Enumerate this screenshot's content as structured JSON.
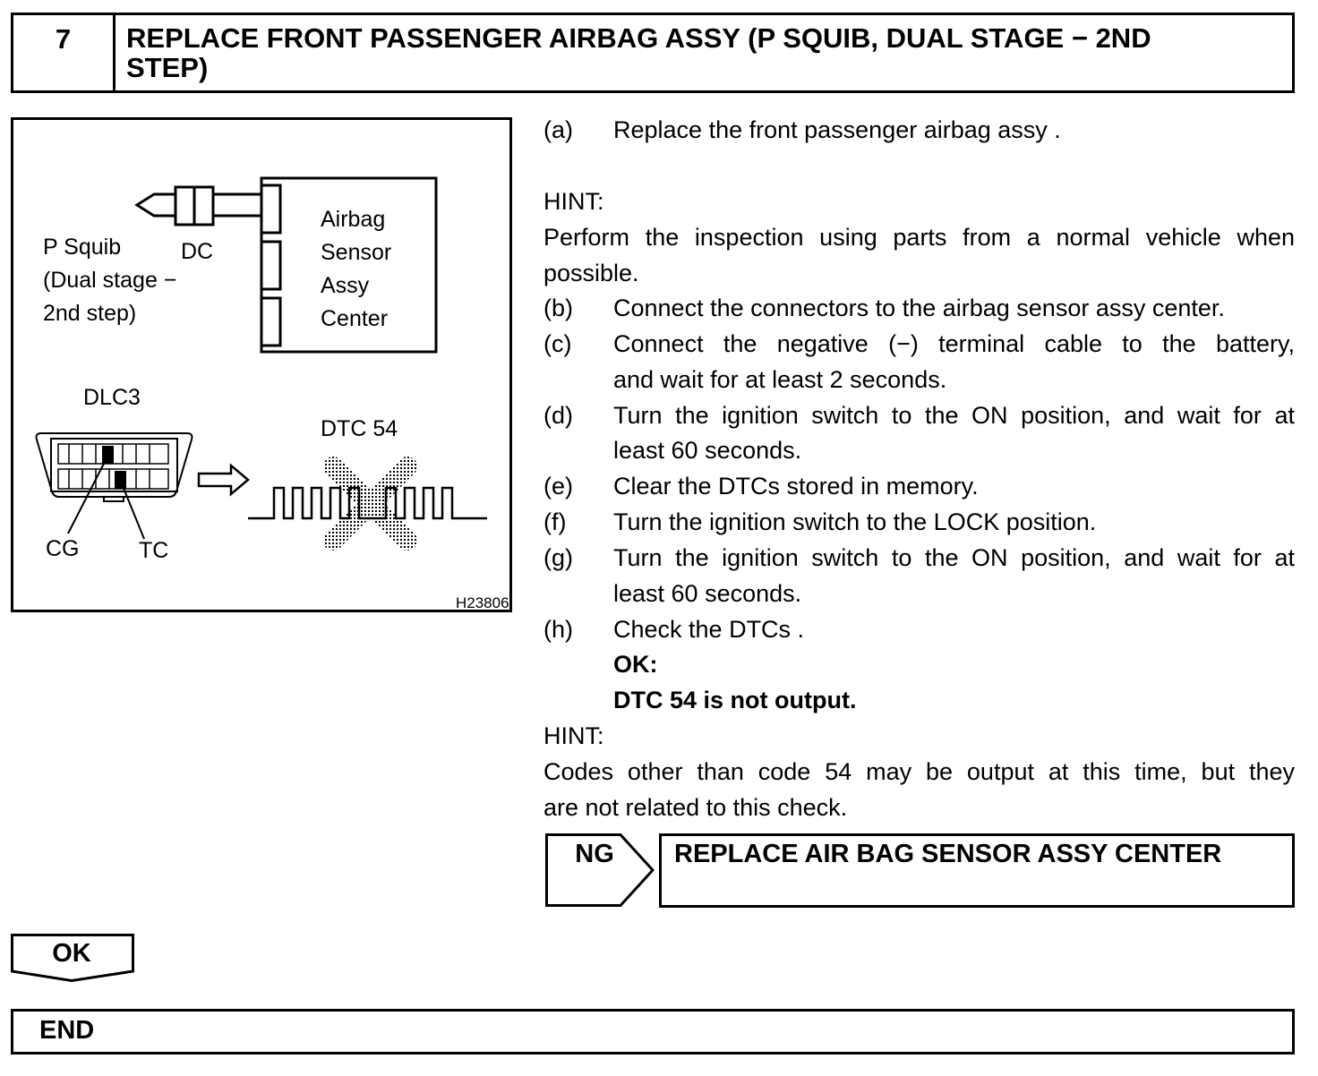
{
  "step": {
    "number": "7",
    "title_line1": "REPLACE FRONT PASSENGER AIRBAG ASSY (P SQUIB, DUAL STAGE − 2ND",
    "title_line2": "STEP)"
  },
  "illustration": {
    "p_squib_line1": "P Squib",
    "p_squib_line2": "(Dual stage −",
    "p_squib_line3": "2nd step)",
    "dc": "DC",
    "sensor_line1": "Airbag",
    "sensor_line2": "Sensor",
    "sensor_line3": "Assy",
    "sensor_line4": "Center",
    "dlc3": "DLC3",
    "dtc": "DTC 54",
    "cg": "CG",
    "tc": "TC",
    "code": "H23806"
  },
  "instructions": {
    "a_label": "(a)",
    "a_text": "Replace the front passenger airbag assy .",
    "hint1_label": "HINT:",
    "hint1_line1": "Perform the inspection using parts from a normal vehicle when",
    "hint1_line2": "possible.",
    "b_label": "(b)",
    "b_text": "Connect the connectors to the airbag sensor assy center.",
    "c_label": "(c)",
    "c_line1": "Connect the negative (−) terminal cable to the battery,",
    "c_line2": "and wait for at least 2 seconds.",
    "d_label": "(d)",
    "d_line1": "Turn the ignition switch to the ON position, and wait for at",
    "d_line2": "least 60 seconds.",
    "e_label": "(e)",
    "e_text": "Clear the DTCs stored in memory.",
    "f_label": "(f)",
    "f_text": "Turn the ignition switch to the LOCK position.",
    "g_label": "(g)",
    "g_line1": "Turn the ignition switch to the ON position, and wait for at",
    "g_line2": "least 60 seconds.",
    "h_label": "(h)",
    "h_text": "Check the DTCs .",
    "ok_label": "OK:",
    "ok_text": "DTC 54 is not output.",
    "hint2_label": "HINT:",
    "hint2_line1": "Codes other than code 54 may be output at this time, but they",
    "hint2_line2": "are not related to this check."
  },
  "ng": {
    "label": "NG",
    "action": "REPLACE AIR BAG SENSOR ASSY CENTER"
  },
  "ok": {
    "label": "OK"
  },
  "end": {
    "label": "END"
  }
}
